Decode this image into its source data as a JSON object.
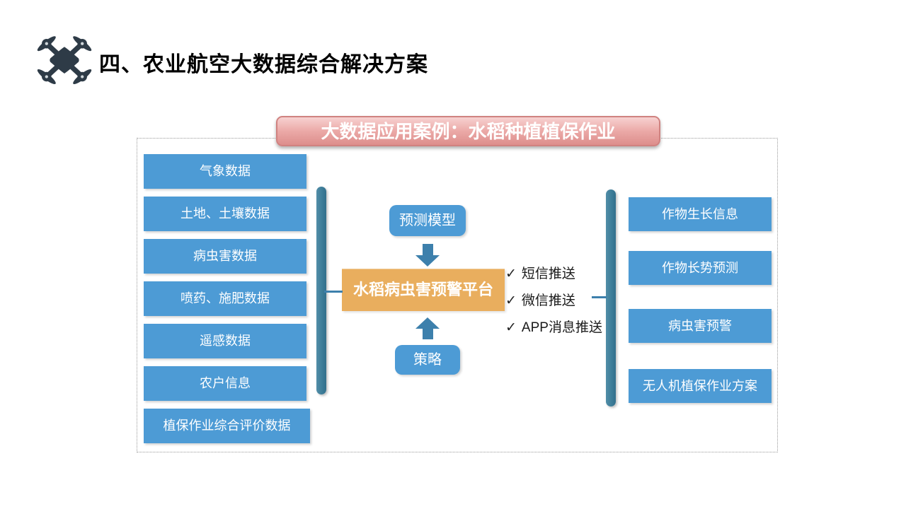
{
  "header": {
    "title": "四、农业航空大数据综合解决方案",
    "drone_icon": "quadcopter-drone"
  },
  "banner": {
    "text": "大数据应用案例：水稻种植植保作业"
  },
  "left_column": {
    "items": [
      "气象数据",
      "土地、土壤数据",
      "病虫害数据",
      "喷药、施肥数据",
      "遥感数据",
      "农户信息",
      "植保作业综合评价数据"
    ]
  },
  "center": {
    "model_box": "预测模型",
    "platform_box": "水稻病虫害预警平台",
    "strategy_box": "策略",
    "check_glyph": "✓",
    "push_items": [
      "短信推送",
      "微信推送",
      "APP消息推送"
    ]
  },
  "right_column": {
    "items": [
      "作物生长信息",
      "作物长势预测",
      "病虫害预警",
      "无人机植保作业方案"
    ]
  },
  "colors": {
    "box_blue": "#4D9BD5",
    "bar_teal": "#3E7D99",
    "platform_orange": "#E9AE5E",
    "arrow_blue": "#3D80AC",
    "banner_pink": "#DD8E8C",
    "banner_pink_light": "#F7D2D1",
    "banner_border": "#D08280",
    "title_black": "#000000"
  }
}
